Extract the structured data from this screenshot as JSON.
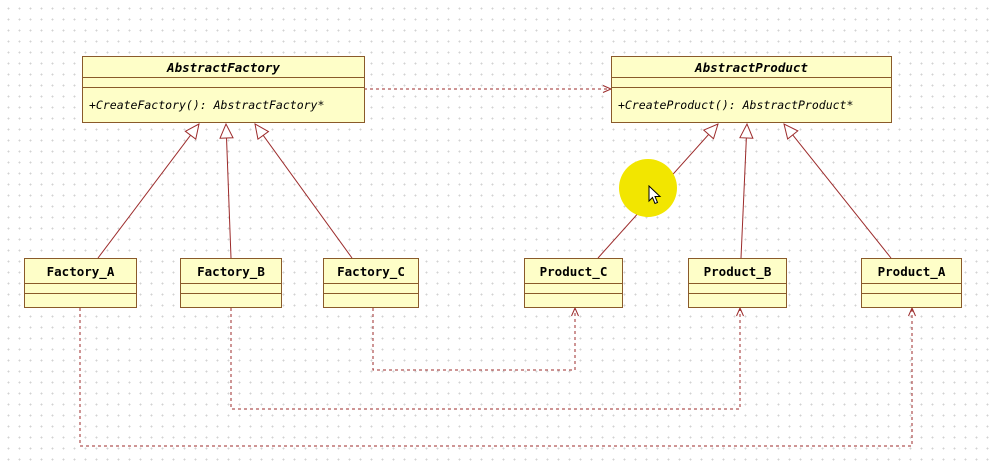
{
  "classes": {
    "abstract_factory": {
      "name": "AbstractFactory",
      "operation": "+CreateFactory(): AbstractFactory*"
    },
    "abstract_product": {
      "name": "AbstractProduct",
      "operation": "+CreateProduct(): AbstractProduct*"
    },
    "factory_a": {
      "name": "Factory_A"
    },
    "factory_b": {
      "name": "Factory_B"
    },
    "factory_c": {
      "name": "Factory_C"
    },
    "product_c": {
      "name": "Product_C"
    },
    "product_b": {
      "name": "Product_B"
    },
    "product_a": {
      "name": "Product_A"
    }
  },
  "colors": {
    "class_fill": "#fefec8",
    "class_border": "#8a5a2a",
    "relation_line": "#9c2b2b",
    "cursor_highlight": "#f2e600"
  }
}
